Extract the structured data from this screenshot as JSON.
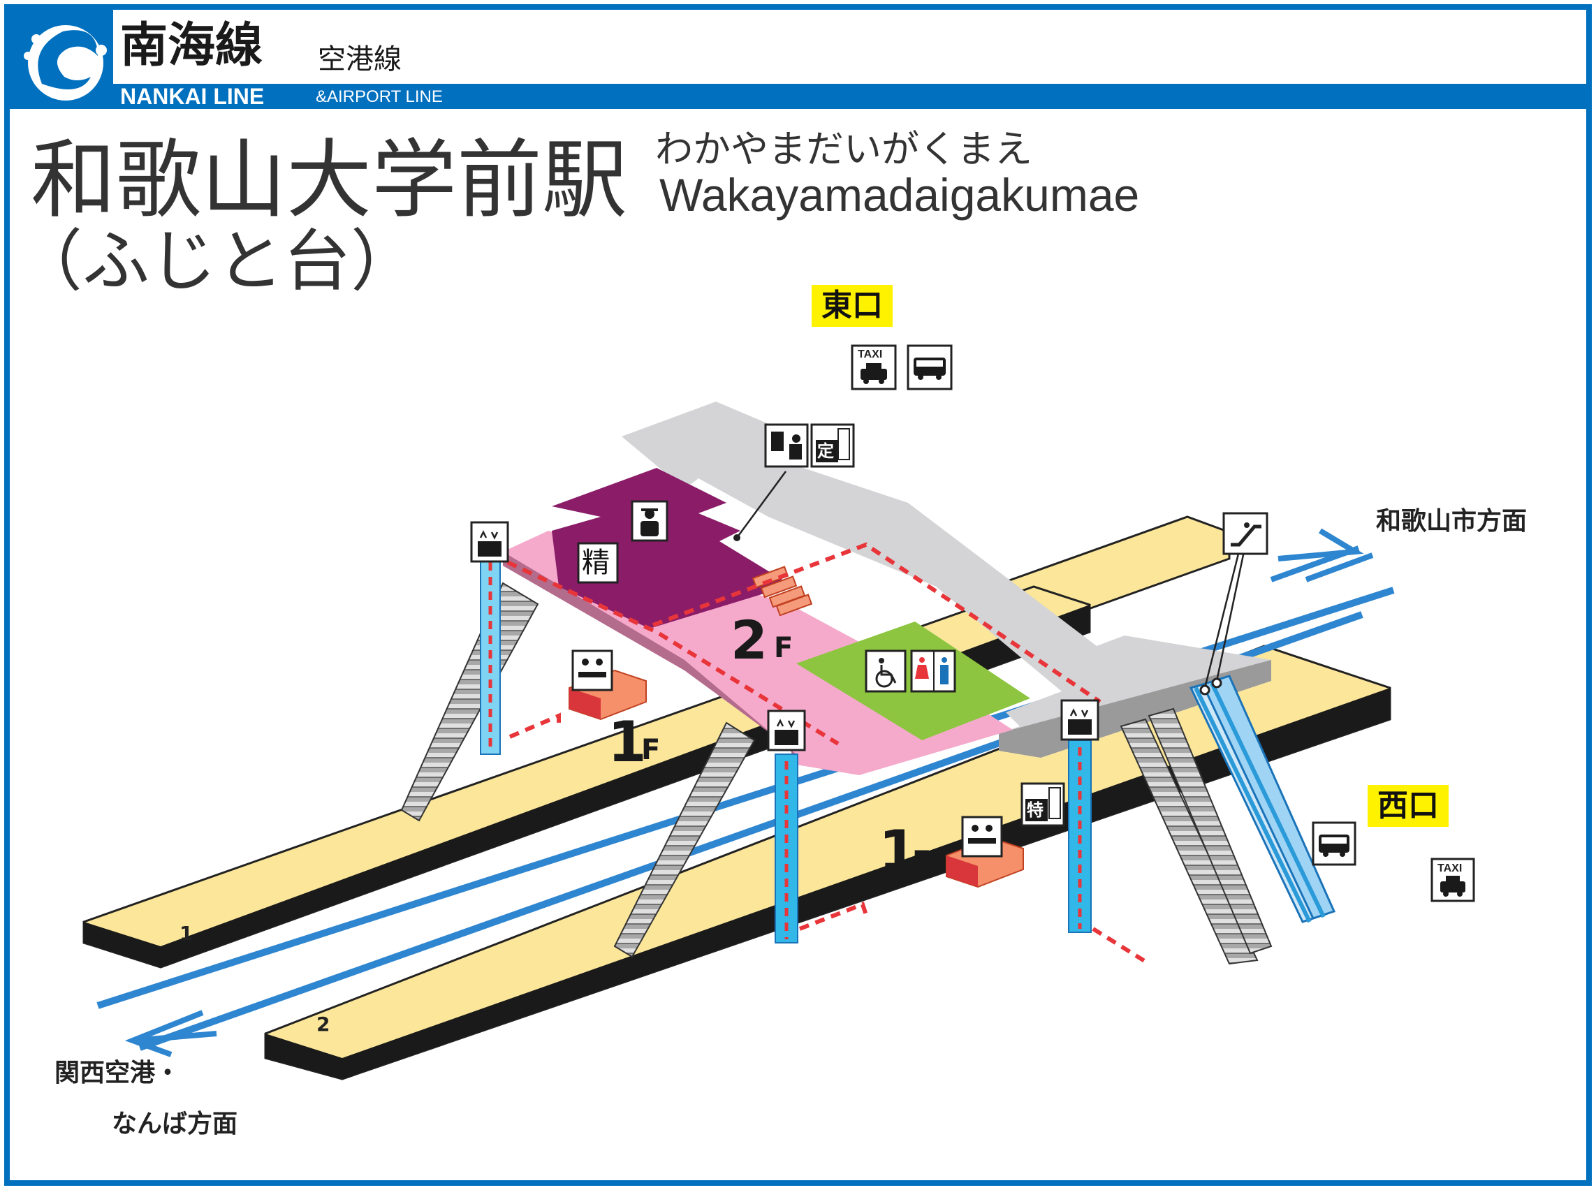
{
  "header": {
    "brand_jp": "南海線",
    "brand_sub_jp": "空港線",
    "brand_en": "NANKAI LINE",
    "brand_en_sub": "&AIRPORT LINE"
  },
  "station": {
    "name_jp": "和歌山大学前駅",
    "kana": "わかやまだいがくまえ",
    "romaji": "Wakayamadaigakumae",
    "alias": "（ふじと台）"
  },
  "exits": {
    "east": "東口",
    "west": "西口"
  },
  "directions": {
    "up": "和歌山市方面",
    "down_line1": "関西空港・",
    "down_line2": "なんば方面"
  },
  "floors": {
    "f2_num": "2",
    "f2_unit": "F",
    "f1_num": "1",
    "f1_unit": "F"
  },
  "platforms": {
    "p1": "1",
    "p2": "2"
  },
  "icons": {
    "taxi": "TAXI",
    "fare_adjust": "精",
    "commuter_pass": "定",
    "limited_express": "特"
  },
  "colors": {
    "brand_blue": "#0070bf",
    "concourse_gray": "#d4d4d6",
    "platform_yellow": "#fbe69a",
    "station_office_purple": "#8a1c68",
    "paid_area_pink": "#f5aacb",
    "toilet_green": "#8dc540",
    "route_red": "#e8353a",
    "elevator_blue": "#32b8e8",
    "exit_label_yellow": "#fff200"
  }
}
